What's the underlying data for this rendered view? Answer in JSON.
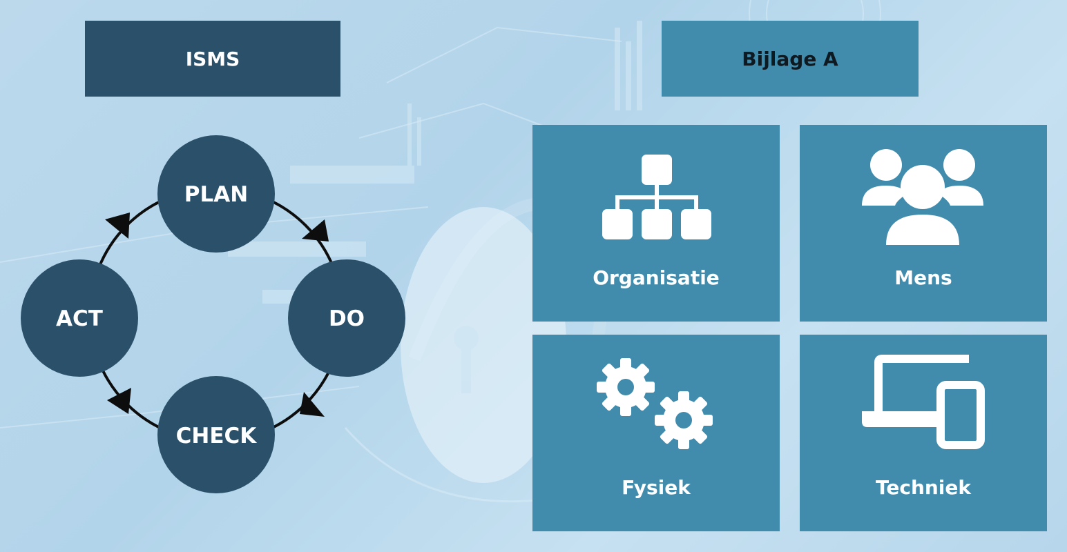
{
  "isms": {
    "title": "ISMS",
    "cycle": [
      "PLAN",
      "DO",
      "CHECK",
      "ACT"
    ]
  },
  "annex": {
    "title": "Bijlage A",
    "tiles": [
      {
        "label": "Organisatie",
        "icon": "org-chart-icon"
      },
      {
        "label": "Mens",
        "icon": "people-group-icon"
      },
      {
        "label": "Fysiek",
        "icon": "gears-icon"
      },
      {
        "label": "Techniek",
        "icon": "devices-icon"
      }
    ]
  },
  "colors": {
    "dark_navy": "#2b5069",
    "teal": "#418cac",
    "background": "#b8d7ec",
    "text_light": "#ffffff"
  }
}
